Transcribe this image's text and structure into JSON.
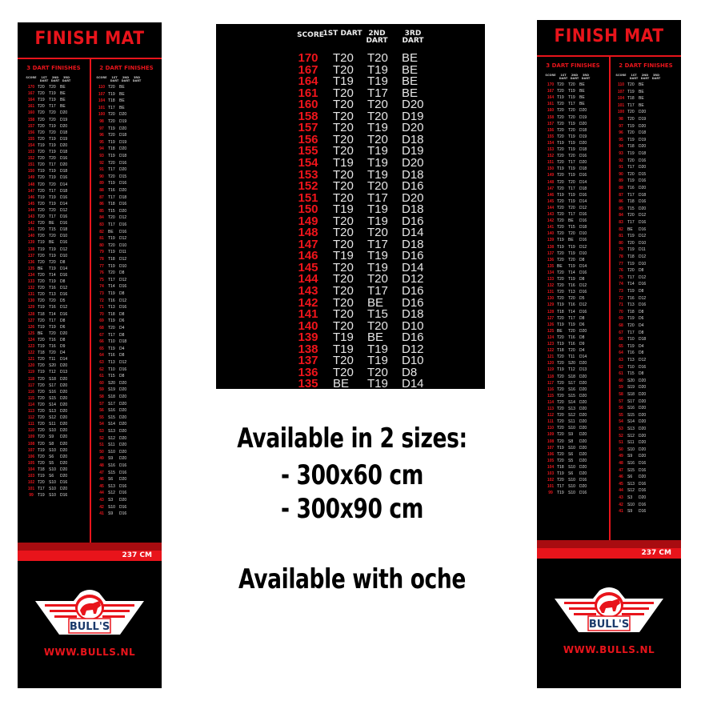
{
  "mat": {
    "title": "FINISH MAT",
    "three_dart_title": "3 DART FINISHES",
    "two_dart_title": "2 DART FINISHES",
    "col_headers": [
      "SCORE",
      "1ST DART",
      "2ND DART",
      "3RD DART"
    ],
    "distance_label": "237 CM",
    "url": "WWW.BULLS.NL",
    "logo_text": "BULL'S",
    "colors": {
      "red": "#e8141b",
      "dark_red": "#a80c10",
      "background": "#000000",
      "logo_blue": "#1b3a6b"
    },
    "three_dart_extra": [
      [
        "134",
        "T20",
        "T14",
        "D16"
      ],
      [
        "133",
        "T20",
        "T19",
        "D8"
      ],
      [
        "132",
        "T20",
        "T16",
        "D12"
      ],
      [
        "131",
        "T20",
        "T13",
        "D16"
      ],
      [
        "130",
        "T20",
        "T20",
        "D5"
      ],
      [
        "129",
        "T19",
        "T16",
        "D12"
      ],
      [
        "128",
        "T18",
        "T14",
        "D16"
      ],
      [
        "127",
        "T20",
        "T17",
        "D8"
      ],
      [
        "126",
        "T19",
        "T19",
        "D6"
      ],
      [
        "125",
        "BE",
        "T20",
        "D20"
      ],
      [
        "124",
        "T20",
        "T16",
        "D8"
      ],
      [
        "123",
        "T19",
        "T16",
        "D9"
      ],
      [
        "122",
        "T18",
        "T20",
        "D4"
      ],
      [
        "121",
        "T20",
        "T11",
        "D14"
      ],
      [
        "120",
        "T20",
        "S20",
        "D20"
      ],
      [
        "119",
        "T19",
        "T12",
        "D13"
      ],
      [
        "118",
        "T20",
        "S18",
        "D20"
      ],
      [
        "117",
        "T20",
        "S17",
        "D20"
      ],
      [
        "116",
        "T20",
        "S16",
        "D20"
      ],
      [
        "115",
        "T20",
        "S15",
        "D20"
      ],
      [
        "114",
        "T20",
        "S14",
        "D20"
      ],
      [
        "113",
        "T20",
        "S13",
        "D20"
      ],
      [
        "112",
        "T20",
        "S12",
        "D20"
      ],
      [
        "111",
        "T20",
        "S11",
        "D20"
      ],
      [
        "110",
        "T20",
        "S10",
        "D20"
      ],
      [
        "109",
        "T20",
        "S9",
        "D20"
      ],
      [
        "108",
        "T20",
        "S8",
        "D20"
      ],
      [
        "107",
        "T19",
        "S10",
        "D20"
      ],
      [
        "106",
        "T20",
        "S6",
        "D20"
      ],
      [
        "105",
        "T20",
        "S5",
        "D20"
      ],
      [
        "104",
        "T18",
        "S10",
        "D20"
      ],
      [
        "103",
        "T19",
        "S6",
        "D20"
      ],
      [
        "102",
        "T20",
        "S10",
        "D16"
      ],
      [
        "101",
        "T17",
        "S10",
        "D20"
      ],
      [
        "99",
        "T19",
        "S10",
        "D16"
      ]
    ],
    "two_dart": [
      [
        "110",
        "T20",
        "BE"
      ],
      [
        "107",
        "T19",
        "BE"
      ],
      [
        "104",
        "T18",
        "BE"
      ],
      [
        "101",
        "T17",
        "BE"
      ],
      [
        "100",
        "T20",
        "D20"
      ],
      [
        "98",
        "T20",
        "D19"
      ],
      [
        "97",
        "T19",
        "D20"
      ],
      [
        "96",
        "T20",
        "D18"
      ],
      [
        "95",
        "T19",
        "D19"
      ],
      [
        "94",
        "T18",
        "D20"
      ],
      [
        "93",
        "T19",
        "D18"
      ],
      [
        "92",
        "T20",
        "D16"
      ],
      [
        "91",
        "T17",
        "D20"
      ],
      [
        "90",
        "T20",
        "D15"
      ],
      [
        "89",
        "T19",
        "D16"
      ],
      [
        "88",
        "T16",
        "D20"
      ],
      [
        "87",
        "T17",
        "D18"
      ],
      [
        "86",
        "T18",
        "D16"
      ],
      [
        "85",
        "T15",
        "D20"
      ],
      [
        "84",
        "T20",
        "D12"
      ],
      [
        "83",
        "T17",
        "D16"
      ],
      [
        "82",
        "BE",
        "D16"
      ],
      [
        "81",
        "T19",
        "D12"
      ],
      [
        "80",
        "T20",
        "D10"
      ],
      [
        "79",
        "T19",
        "D11"
      ],
      [
        "78",
        "T18",
        "D12"
      ],
      [
        "77",
        "T19",
        "D10"
      ],
      [
        "76",
        "T20",
        "D8"
      ],
      [
        "75",
        "T17",
        "D12"
      ],
      [
        "74",
        "T14",
        "D16"
      ],
      [
        "73",
        "T19",
        "D8"
      ],
      [
        "72",
        "T16",
        "D12"
      ],
      [
        "71",
        "T13",
        "D16"
      ],
      [
        "70",
        "T18",
        "D8"
      ],
      [
        "69",
        "T19",
        "D6"
      ],
      [
        "68",
        "T20",
        "D4"
      ],
      [
        "67",
        "T17",
        "D8"
      ],
      [
        "66",
        "T10",
        "D18"
      ],
      [
        "65",
        "T19",
        "D4"
      ],
      [
        "64",
        "T16",
        "D8"
      ],
      [
        "63",
        "T13",
        "D12"
      ],
      [
        "62",
        "T10",
        "D16"
      ],
      [
        "61",
        "T15",
        "D8"
      ],
      [
        "60",
        "S20",
        "D20"
      ],
      [
        "59",
        "S19",
        "D20"
      ],
      [
        "58",
        "S18",
        "D20"
      ],
      [
        "57",
        "S17",
        "D20"
      ],
      [
        "56",
        "S16",
        "D20"
      ],
      [
        "55",
        "S15",
        "D20"
      ],
      [
        "54",
        "S14",
        "D20"
      ],
      [
        "53",
        "S13",
        "D20"
      ],
      [
        "52",
        "S12",
        "D20"
      ],
      [
        "51",
        "S11",
        "D20"
      ],
      [
        "50",
        "S10",
        "D20"
      ],
      [
        "49",
        "S9",
        "D20"
      ],
      [
        "48",
        "S16",
        "D16"
      ],
      [
        "47",
        "S15",
        "D16"
      ],
      [
        "46",
        "S6",
        "D20"
      ],
      [
        "45",
        "S13",
        "D16"
      ],
      [
        "44",
        "S12",
        "D16"
      ],
      [
        "43",
        "S3",
        "D20"
      ],
      [
        "42",
        "S10",
        "D16"
      ],
      [
        "41",
        "S9",
        "D16"
      ]
    ]
  },
  "checkout_table": {
    "headers": [
      "SCORE",
      "1ST DART",
      "2ND DART",
      "3RD DART"
    ],
    "rows": [
      [
        "170",
        "T20",
        "T20",
        "BE"
      ],
      [
        "167",
        "T20",
        "T19",
        "BE"
      ],
      [
        "164",
        "T19",
        "T19",
        "BE"
      ],
      [
        "161",
        "T20",
        "T17",
        "BE"
      ],
      [
        "160",
        "T20",
        "T20",
        "D20"
      ],
      [
        "158",
        "T20",
        "T20",
        "D19"
      ],
      [
        "157",
        "T20",
        "T19",
        "D20"
      ],
      [
        "156",
        "T20",
        "T20",
        "D18"
      ],
      [
        "155",
        "T20",
        "T19",
        "D19"
      ],
      [
        "154",
        "T19",
        "T19",
        "D20"
      ],
      [
        "153",
        "T20",
        "T19",
        "D18"
      ],
      [
        "152",
        "T20",
        "T20",
        "D16"
      ],
      [
        "151",
        "T20",
        "T17",
        "D20"
      ],
      [
        "150",
        "T19",
        "T19",
        "D18"
      ],
      [
        "149",
        "T20",
        "T19",
        "D16"
      ],
      [
        "148",
        "T20",
        "T20",
        "D14"
      ],
      [
        "147",
        "T20",
        "T17",
        "D18"
      ],
      [
        "146",
        "T19",
        "T19",
        "D16"
      ],
      [
        "145",
        "T20",
        "T19",
        "D14"
      ],
      [
        "144",
        "T20",
        "T20",
        "D12"
      ],
      [
        "143",
        "T20",
        "T17",
        "D16"
      ],
      [
        "142",
        "T20",
        "BE",
        "D16"
      ],
      [
        "141",
        "T20",
        "T15",
        "D18"
      ],
      [
        "140",
        "T20",
        "T20",
        "D10"
      ],
      [
        "139",
        "T19",
        "BE",
        "D16"
      ],
      [
        "138",
        "T19",
        "T19",
        "D12"
      ],
      [
        "137",
        "T20",
        "T19",
        "D10"
      ],
      [
        "136",
        "T20",
        "T20",
        "D8"
      ],
      [
        "135",
        "BE",
        "T19",
        "D14"
      ]
    ]
  },
  "promo": {
    "sizes_heading": "Available in 2 sizes:",
    "size_1": "- 300x60 cm",
    "size_2": "- 300x90 cm",
    "oche_note": "Available with oche"
  }
}
